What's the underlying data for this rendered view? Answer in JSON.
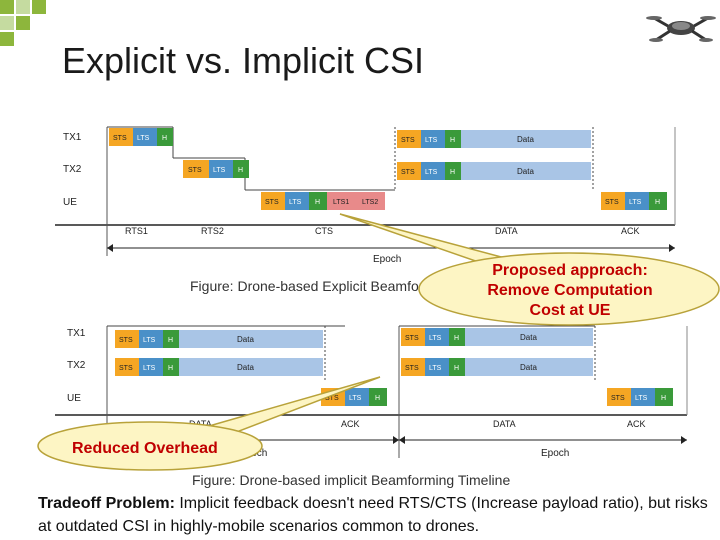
{
  "slide": {
    "title": "Explicit vs. Implicit CSI",
    "caption1": "Figure: Drone-based Explicit Beamforming Timeline",
    "caption2": "Figure: Drone-based implicit Beamforming Timeline",
    "callout1": [
      "Proposed approach:",
      "Remove Computation",
      "Cost at UE"
    ],
    "callout2": "Reduced Overhead",
    "tradeoff_label": "Tradeoff Problem:",
    "tradeoff_text": " Implicit feedback doesn't need RTS/CTS (Increase payload ratio), but risks at outdated CSI in highly-mobile scenarios common to drones."
  },
  "colors": {
    "green_square": "#8db63c",
    "light_square": "#c5dba0",
    "sts": "#f5a623",
    "lts": "#4a90c8",
    "h": "#3a9a3a",
    "lts_red": "#e88a8a",
    "data": "#a9c5e6",
    "callout": "#fdf5c4",
    "callout_border": "#b8a23a"
  },
  "diagram1": {
    "rows": [
      "TX1",
      "TX2",
      "UE"
    ],
    "phases": [
      "RTS1",
      "RTS2",
      "CTS",
      "DATA",
      "ACK"
    ],
    "axis": "Epoch",
    "blocks": {
      "sts": "STS",
      "lts": "LTS",
      "h": "H",
      "data": "Data",
      "lts1": "LTS1",
      "lts2": "LTS2"
    }
  },
  "diagram2": {
    "rows": [
      "TX1",
      "TX2",
      "UE"
    ],
    "phases": [
      "DATA",
      "ACK",
      "DATA",
      "ACK"
    ],
    "axis": "Epoch",
    "blocks": {
      "sts": "STS",
      "lts": "LTS",
      "h": "H",
      "data": "Data"
    }
  }
}
